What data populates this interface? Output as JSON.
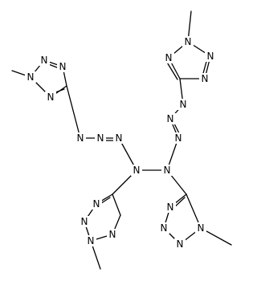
{
  "molecule": {
    "atoms": {
      "top_left": [
        "N",
        "N",
        "N",
        "N"
      ],
      "top_right": [
        "N",
        "N",
        "N",
        "N"
      ],
      "bottom_left": [
        "N",
        "N",
        "N",
        "N"
      ],
      "bottom_right": [
        "N",
        "N",
        "N",
        "N"
      ],
      "azo_left": [
        "N",
        "N",
        "N"
      ],
      "azo_right": [
        "N",
        "N",
        "N"
      ],
      "center": [
        "N",
        "N"
      ]
    },
    "colors": {
      "bond": "#000000",
      "text": "#000000",
      "background": "#ffffff"
    }
  }
}
